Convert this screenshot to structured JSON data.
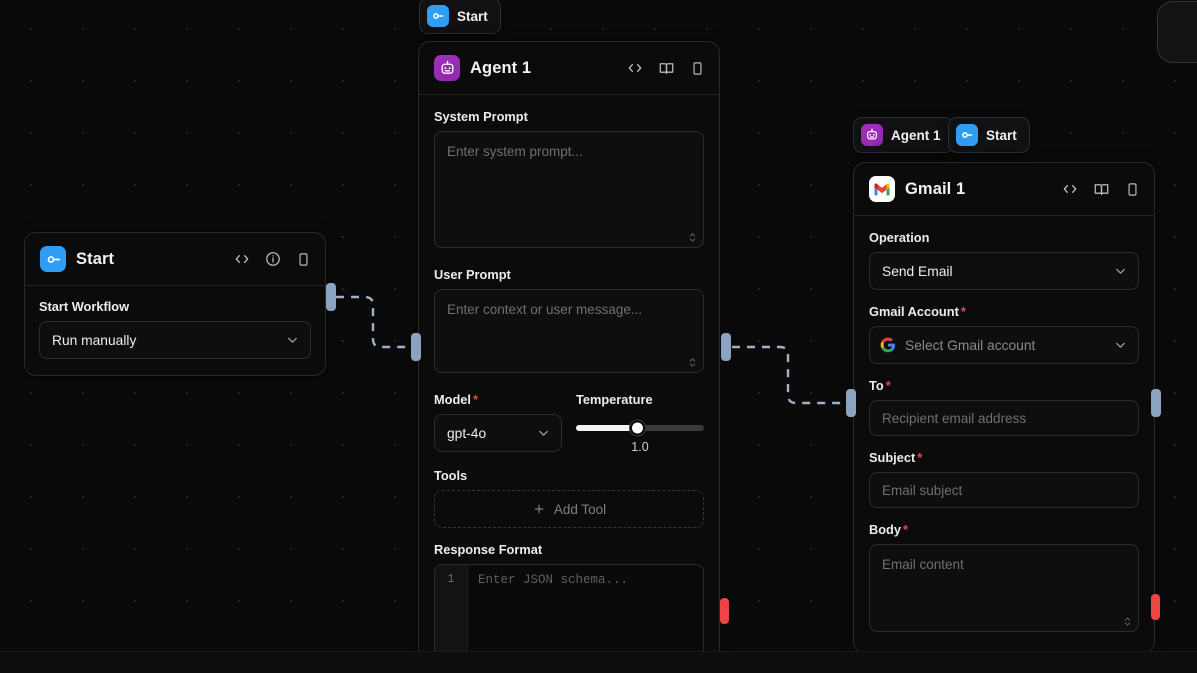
{
  "canvas": {
    "background_color": "#0a0a0a",
    "dot_color": "#252527",
    "accent_blue": "#2f9df4",
    "accent_purple": "#a331bd",
    "required_color": "#e5484d",
    "handle_color": "#8ba3c0",
    "error_handle_color": "#ef4444",
    "edge_color": "#9fb3c8"
  },
  "nodes": {
    "start": {
      "title": "Start",
      "icon": "start-key-icon",
      "header_actions": [
        "code-brackets-icon",
        "info-circle-icon",
        "panel-icon"
      ],
      "fields": {
        "start_workflow": {
          "label": "Start Workflow",
          "value": "Run manually",
          "required": false
        }
      }
    },
    "agent": {
      "title": "Agent 1",
      "icon": "robot-icon",
      "header_actions": [
        "code-brackets-icon",
        "book-icon",
        "panel-icon"
      ],
      "fields": {
        "system_prompt": {
          "label": "System Prompt",
          "placeholder": "Enter system prompt...",
          "value": "",
          "required": false
        },
        "user_prompt": {
          "label": "User Prompt",
          "placeholder": "Enter context or user message...",
          "value": "",
          "required": false
        },
        "model": {
          "label": "Model",
          "value": "gpt-4o",
          "required": true
        },
        "temperature": {
          "label": "Temperature",
          "value": "1.0",
          "percent": 48,
          "required": false
        },
        "tools": {
          "label": "Tools",
          "add_label": "Add Tool",
          "add_icon": "plus-icon"
        },
        "response_format": {
          "label": "Response Format",
          "line_number": "1",
          "placeholder": "Enter JSON schema...",
          "value": "",
          "required": false
        }
      }
    },
    "gmail": {
      "title": "Gmail 1",
      "icon": "gmail-icon",
      "header_actions": [
        "code-brackets-icon",
        "book-icon",
        "panel-icon"
      ],
      "fields": {
        "operation": {
          "label": "Operation",
          "value": "Send Email",
          "required": false
        },
        "gmail_account": {
          "label": "Gmail Account",
          "placeholder": "Select Gmail account",
          "icon": "google-g-icon",
          "required": true
        },
        "to": {
          "label": "To",
          "placeholder": "Recipient email address",
          "value": "",
          "required": true
        },
        "subject": {
          "label": "Subject",
          "placeholder": "Email subject",
          "value": "",
          "required": true
        },
        "body": {
          "label": "Body",
          "placeholder": "Email content",
          "value": "",
          "required": true
        }
      }
    }
  },
  "badges": {
    "start_top": {
      "label": "Start",
      "icon": "start-key-icon"
    },
    "agent_gmail": {
      "label": "Agent 1",
      "icon": "robot-icon"
    },
    "start_gmail": {
      "label": "Start",
      "icon": "start-key-icon"
    }
  }
}
